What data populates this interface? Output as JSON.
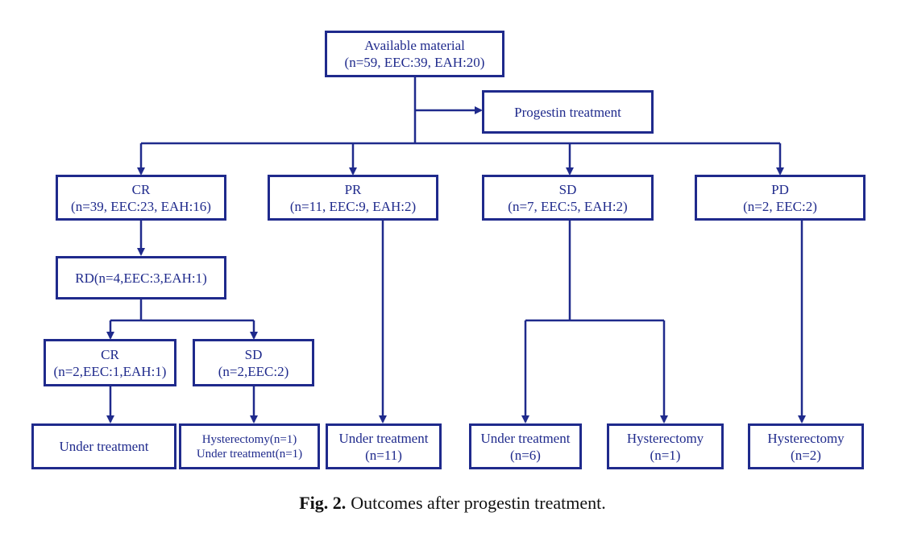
{
  "diagram": {
    "line_color": "#1f2a8c",
    "nodes": {
      "available": {
        "line1": "Available  material",
        "line2": "(n=59, EEC:39, EAH:20)"
      },
      "progestin": {
        "line1": "Progestin  treatment"
      },
      "cr_main": {
        "line1": "CR",
        "line2": "(n=39, EEC:23, EAH:16)"
      },
      "pr_main": {
        "line1": "PR",
        "line2": "(n=11, EEC:9, EAH:2)"
      },
      "sd_main": {
        "line1": "SD",
        "line2": "(n=7, EEC:5, EAH:2)"
      },
      "pd_main": {
        "line1": "PD",
        "line2": "(n=2, EEC:2)"
      },
      "rd": {
        "line1": "RD(n=4,EEC:3,EAH:1)"
      },
      "cr_sub": {
        "line1": "CR",
        "line2": "(n=2,EEC:1,EAH:1)"
      },
      "sd_sub": {
        "line1": "SD",
        "line2": "(n=2,EEC:2)"
      },
      "out_cr": {
        "line1": "Under  treatment"
      },
      "out_sd_sub": {
        "line1": "Hysterectomy(n=1)",
        "line2": "Under treatment(n=1)"
      },
      "out_pr": {
        "line1": "Under  treatment",
        "line2": "(n=11)"
      },
      "out_sd_a": {
        "line1": "Under  treatment",
        "line2": "(n=6)"
      },
      "out_sd_b": {
        "line1": "Hysterectomy",
        "line2": "(n=1)"
      },
      "out_pd": {
        "line1": "Hysterectomy",
        "line2": "(n=2)"
      }
    }
  },
  "caption": {
    "label": "Fig. 2.",
    "text": "Outcomes after progestin treatment."
  }
}
